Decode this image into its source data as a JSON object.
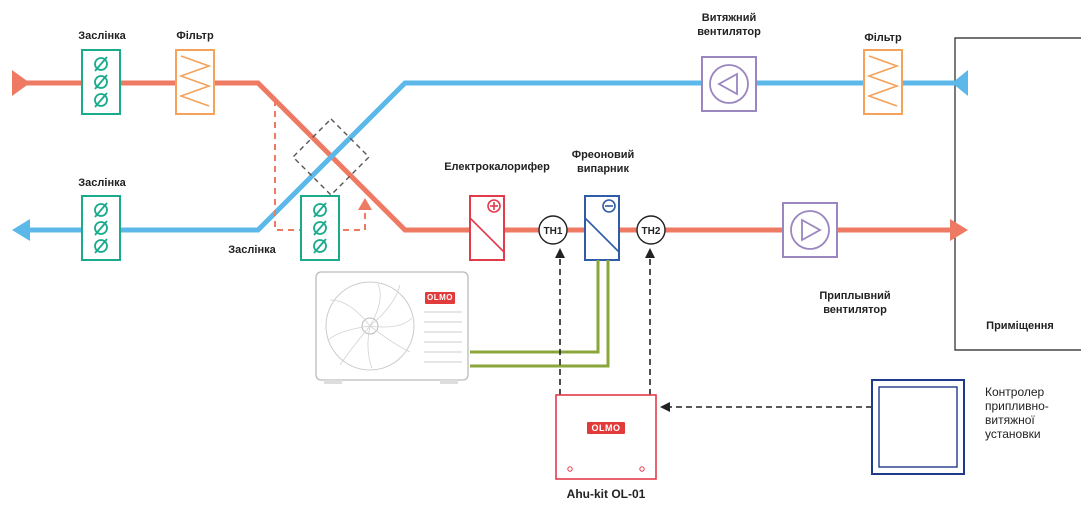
{
  "labels": {
    "damper_top": "Заслінка",
    "filter_top": "Фільтр",
    "damper_bottom": "Заслінка",
    "damper_bypass": "Заслінка",
    "exhaust_fan_line1": "Витяжний",
    "exhaust_fan_line2": "вентилятор",
    "filter_right": "Фільтр",
    "electric_heater": "Електрокалорифер",
    "evaporator_line1": "Фреоновий",
    "evaporator_line2": "випарник",
    "supply_fan_line1": "Приплывний",
    "supply_fan_line2": "вентилятор",
    "room": "Приміщення",
    "controller_line1": "Контролер",
    "controller_line2": "припливно-",
    "controller_line3": "витяжної",
    "controller_line4": "установки",
    "ahu_kit": "Ahu-kit OL-01"
  },
  "sensors": {
    "th1": "TH1",
    "th2": "TH2"
  },
  "brand": {
    "outdoor_unit": "OLMO",
    "ahu_box": "OLMO"
  },
  "colors": {
    "supply_air": "#ef7a63",
    "exhaust_air": "#5bb8e8",
    "damper": "#1aaa8c",
    "filter": "#f5a25a",
    "fan": "#9a86c0",
    "heater": "#e23b4b",
    "evaporator": "#2f5ba8",
    "refrigerant_line": "#8aa63a",
    "controller": "#1f3a8c"
  },
  "icons": [
    "damper-icon",
    "filter-icon",
    "heat-exchanger-icon",
    "fan-icon",
    "heater-icon",
    "evaporator-icon",
    "outdoor-unit-icon",
    "controller-icon"
  ]
}
